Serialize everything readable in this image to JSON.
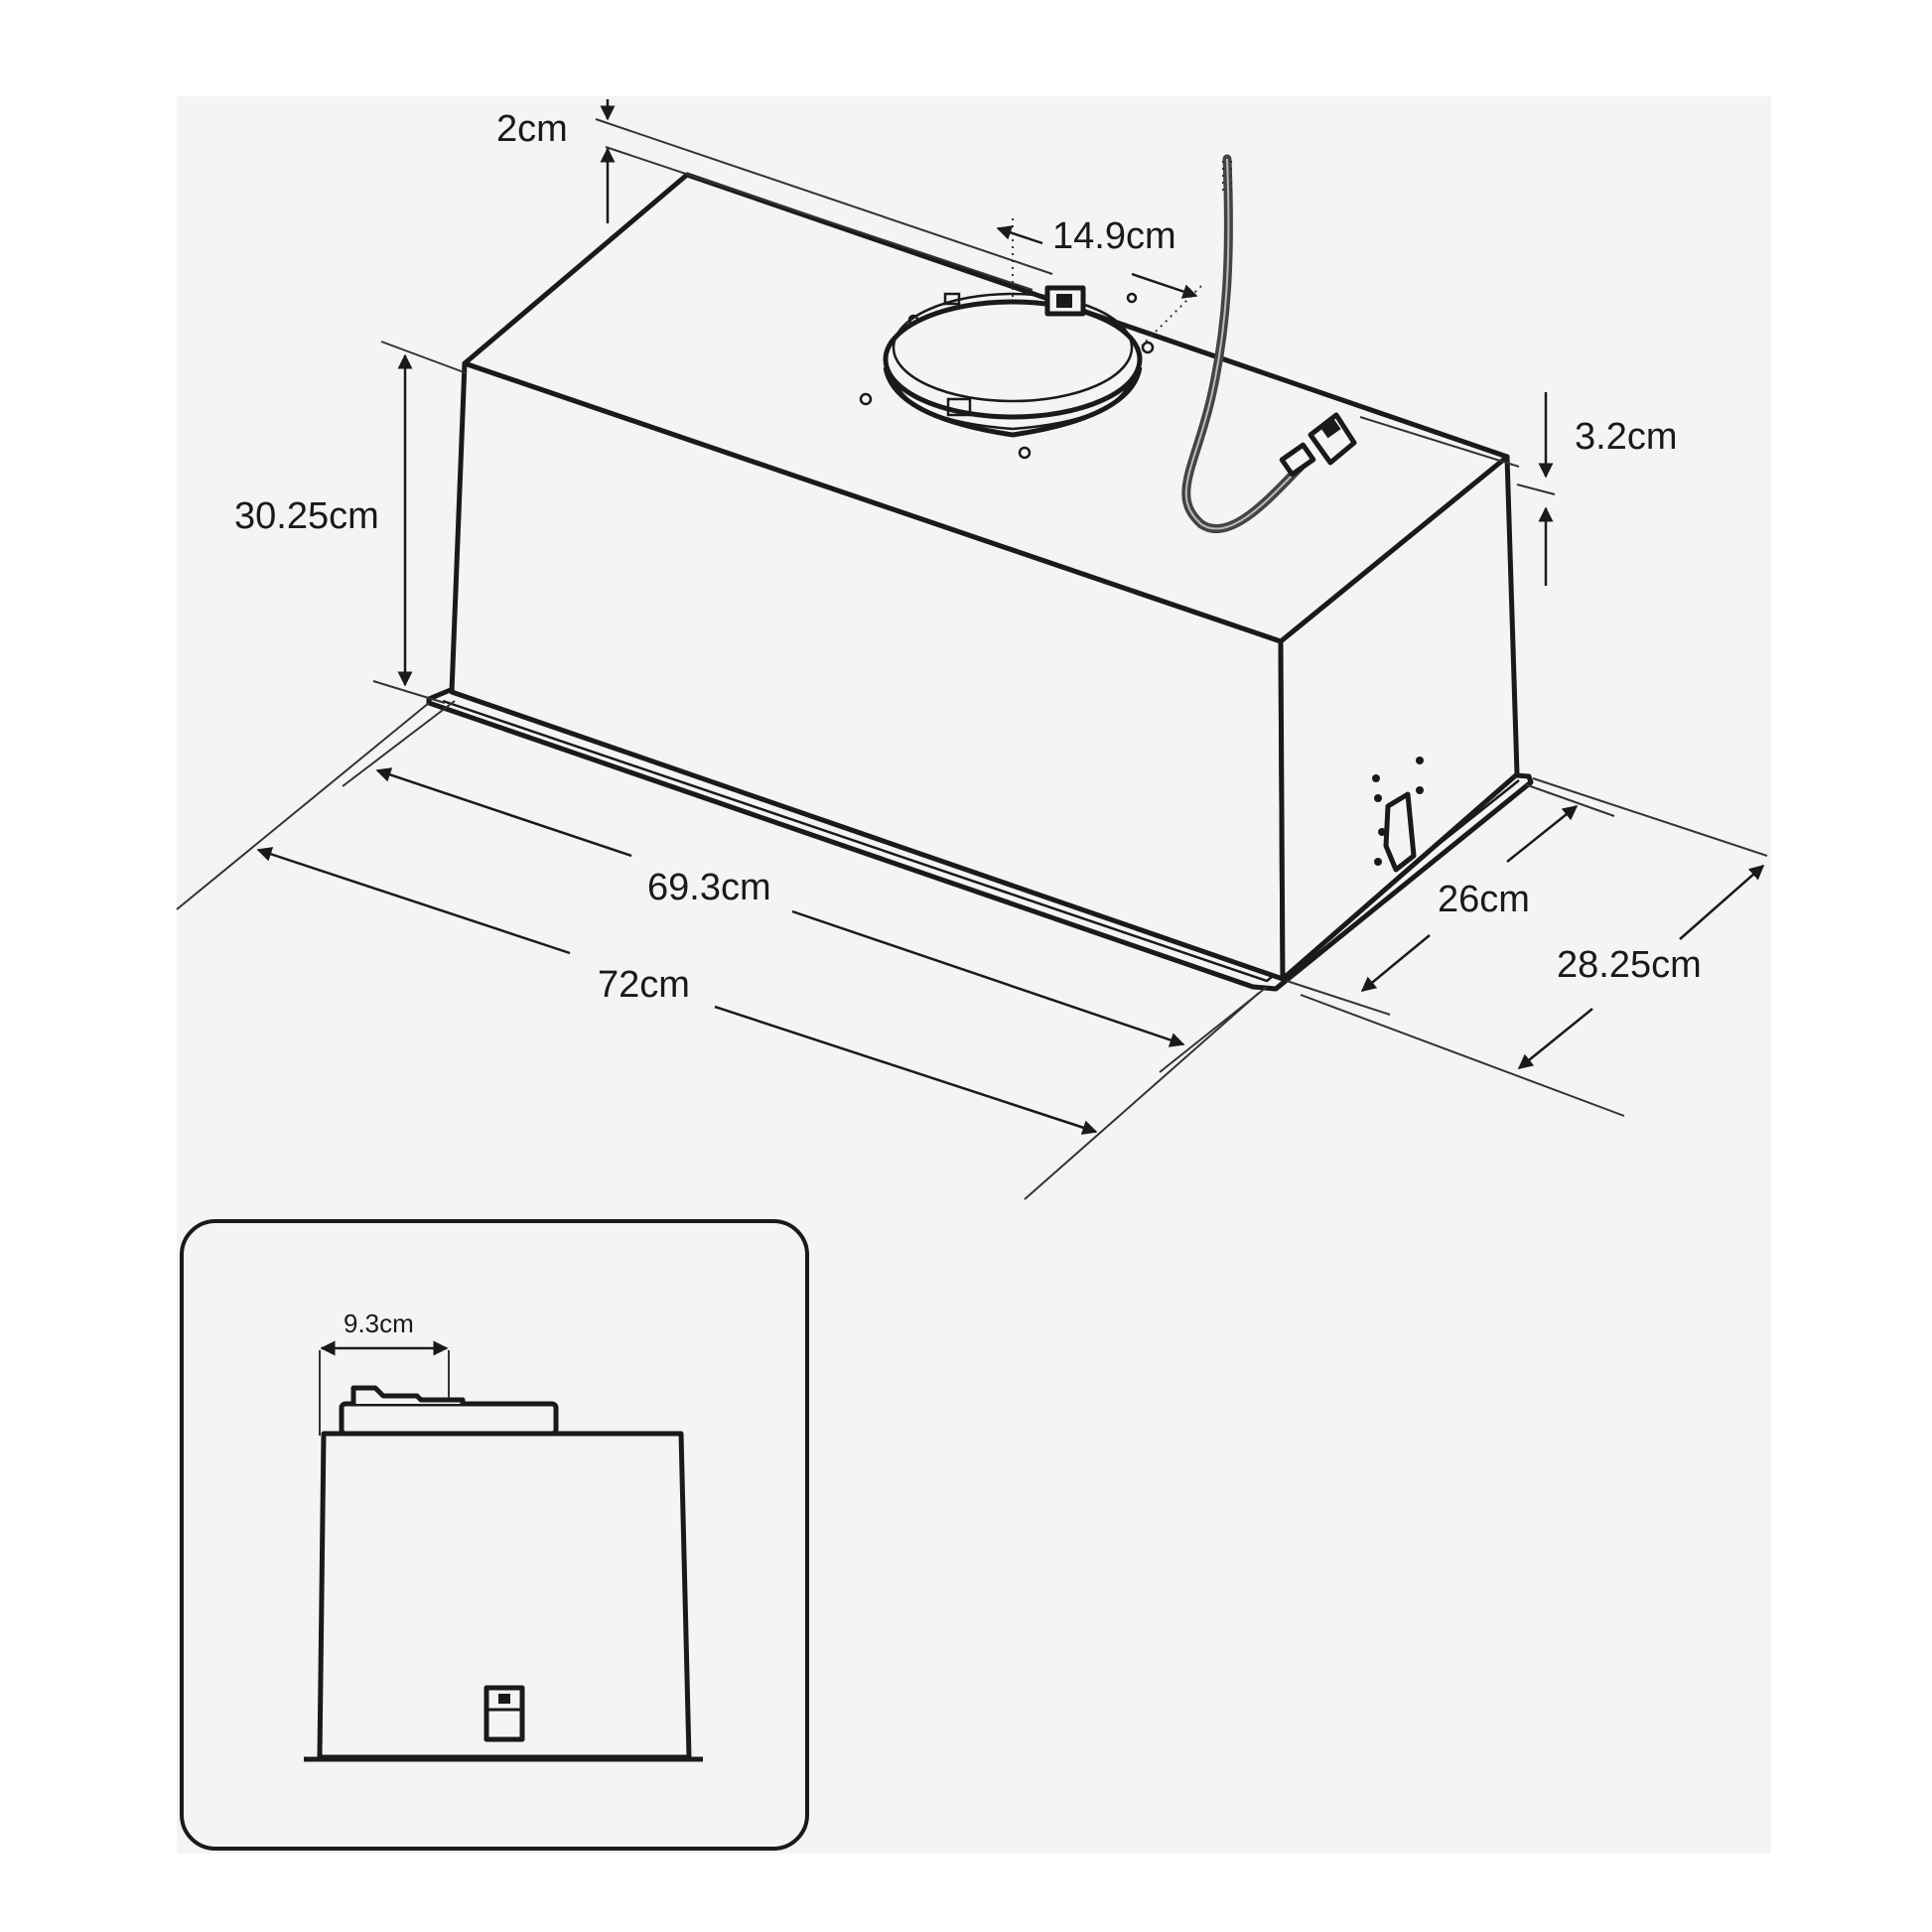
{
  "colors": {
    "panel_background": "#f4f4f4",
    "page_background": "#ffffff",
    "line": "#1a1a1a",
    "cable": "#444444"
  },
  "dimensions": {
    "top_offset": "2cm",
    "duct_offset": "14.9cm",
    "side_height": "30.25cm",
    "plug_offset": "3.2cm",
    "body_length": "69.3cm",
    "overall_length": "72cm",
    "body_depth": "26cm",
    "overall_depth": "28.25cm"
  },
  "inset": {
    "side_offset": "9.3cm"
  }
}
